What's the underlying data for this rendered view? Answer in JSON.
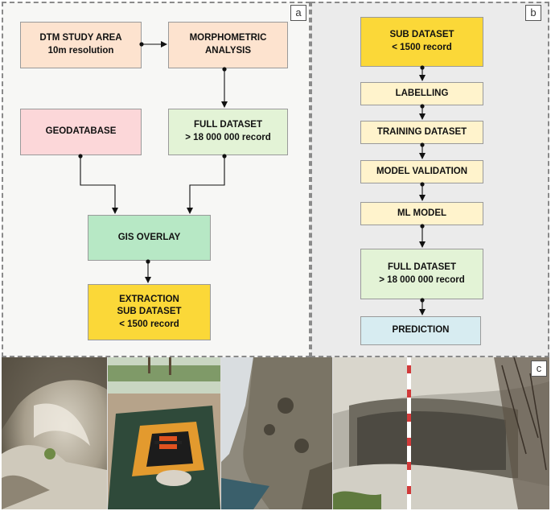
{
  "panel_a": {
    "tag": "a",
    "dtm": "DTM STUDY AREA\n10m resolution",
    "morphometric": "MORPHOMETRIC\nANALYSIS",
    "geodatabase": "GEODATABASE",
    "full_dataset": "FULL DATASET\n> 18 000 000 record",
    "gis_overlay": "GIS OVERLAY",
    "extraction": "EXTRACTION\nSUB DATASET\n< 1500 record"
  },
  "panel_b": {
    "tag": "b",
    "sub_dataset": "SUB DATASET\n< 1500 record",
    "labelling": "LABELLING",
    "training": "TRAINING DATASET",
    "validation": "MODEL VALIDATION",
    "ml_model": "ML MODEL",
    "full_dataset": "FULL DATASET\n> 18 000 000 record",
    "prediction": "PREDICTION"
  },
  "panel_c": {
    "tag": "c",
    "photos": [
      "cave-photo",
      "drone-photo",
      "cliff-photo",
      "rock-shelter-photo"
    ]
  },
  "colors": {
    "peach": "#fde3cf",
    "pink": "#fcd7d9",
    "green": "#e3f3d6",
    "mint": "#b7e8c5",
    "yellow": "#fbd838",
    "cream": "#fff3cc",
    "blue": "#d7ecf1"
  }
}
